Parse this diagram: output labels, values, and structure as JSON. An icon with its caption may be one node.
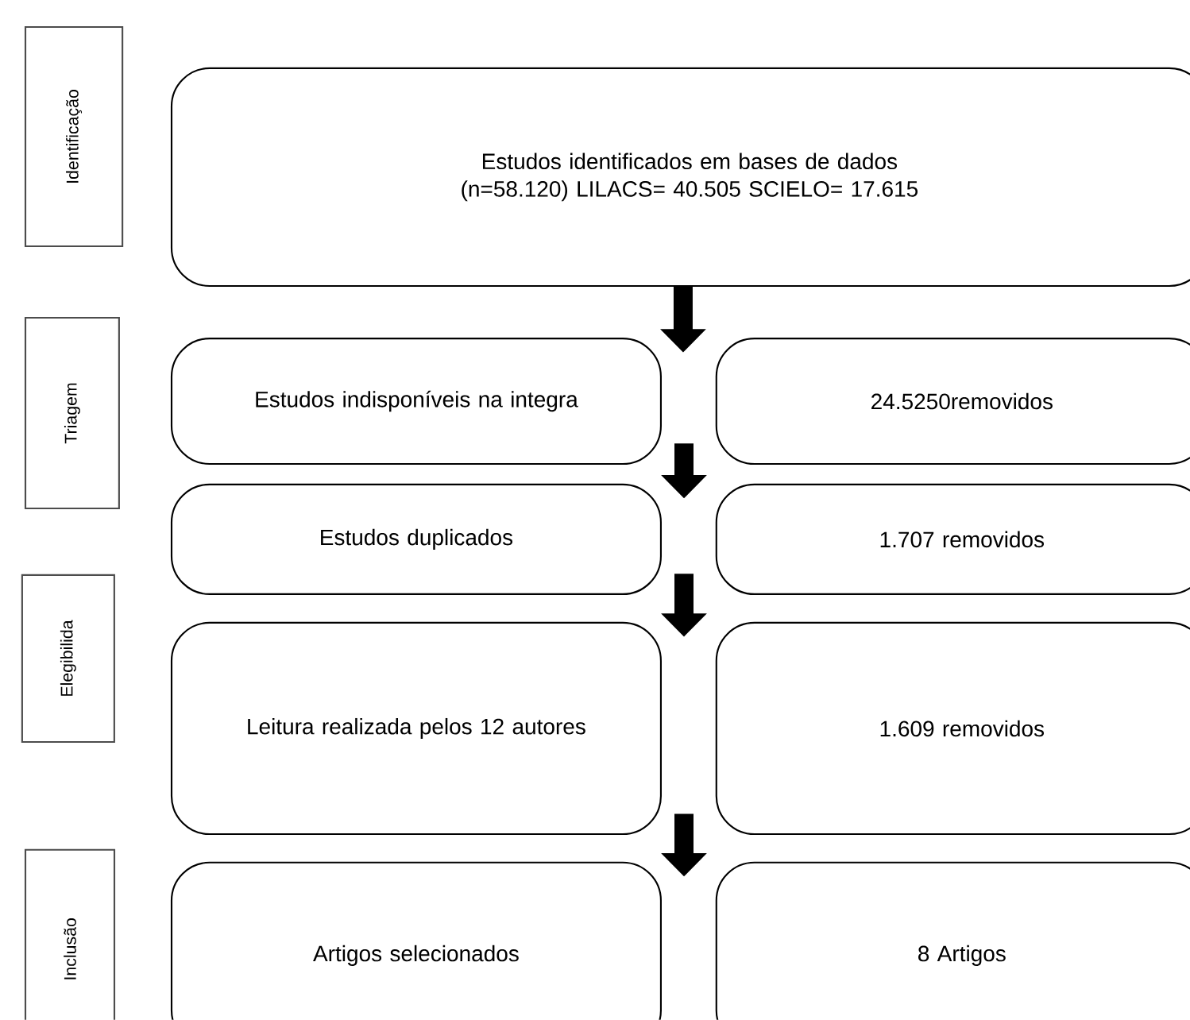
{
  "diagram": {
    "nodes": [
      {
        "text": [
          "Identificação"
        ]
      },
      {
        "text": [
          "Triagem"
        ]
      },
      {
        "text": [
          "Elegibilida"
        ]
      },
      {
        "text": [
          "Inclusão"
        ]
      },
      {
        "text": [
          "Estudos identificados em bases de dados (n=58.120) LILACS= 40.505 SCIELO= 17.615"
        ]
      },
      {
        "text": [
          "Estudos indisponíveis na integra"
        ]
      },
      {
        "text": [
          "24.5250removidos"
        ]
      },
      {
        "text": [
          "Estudos duplicados"
        ]
      },
      {
        "text": [
          "1.707 removidos"
        ]
      },
      {
        "text": [
          "Leitura realizada pelos 12 autores"
        ]
      },
      {
        "text": [
          "1.609 removidos"
        ]
      },
      {
        "text": [
          "Artigos selecionados"
        ]
      },
      {
        "text": [
          "8 Artigos"
        ]
      }
    ],
    "edges": [
      {
        "from": 4,
        "to": 5,
        "arrow": "to"
      },
      {
        "from": 5,
        "to": 7,
        "arrow": "to"
      },
      {
        "from": 7,
        "to": 9,
        "arrow": "to"
      },
      {
        "from": 9,
        "to": 11,
        "arrow": "to"
      }
    ]
  }
}
